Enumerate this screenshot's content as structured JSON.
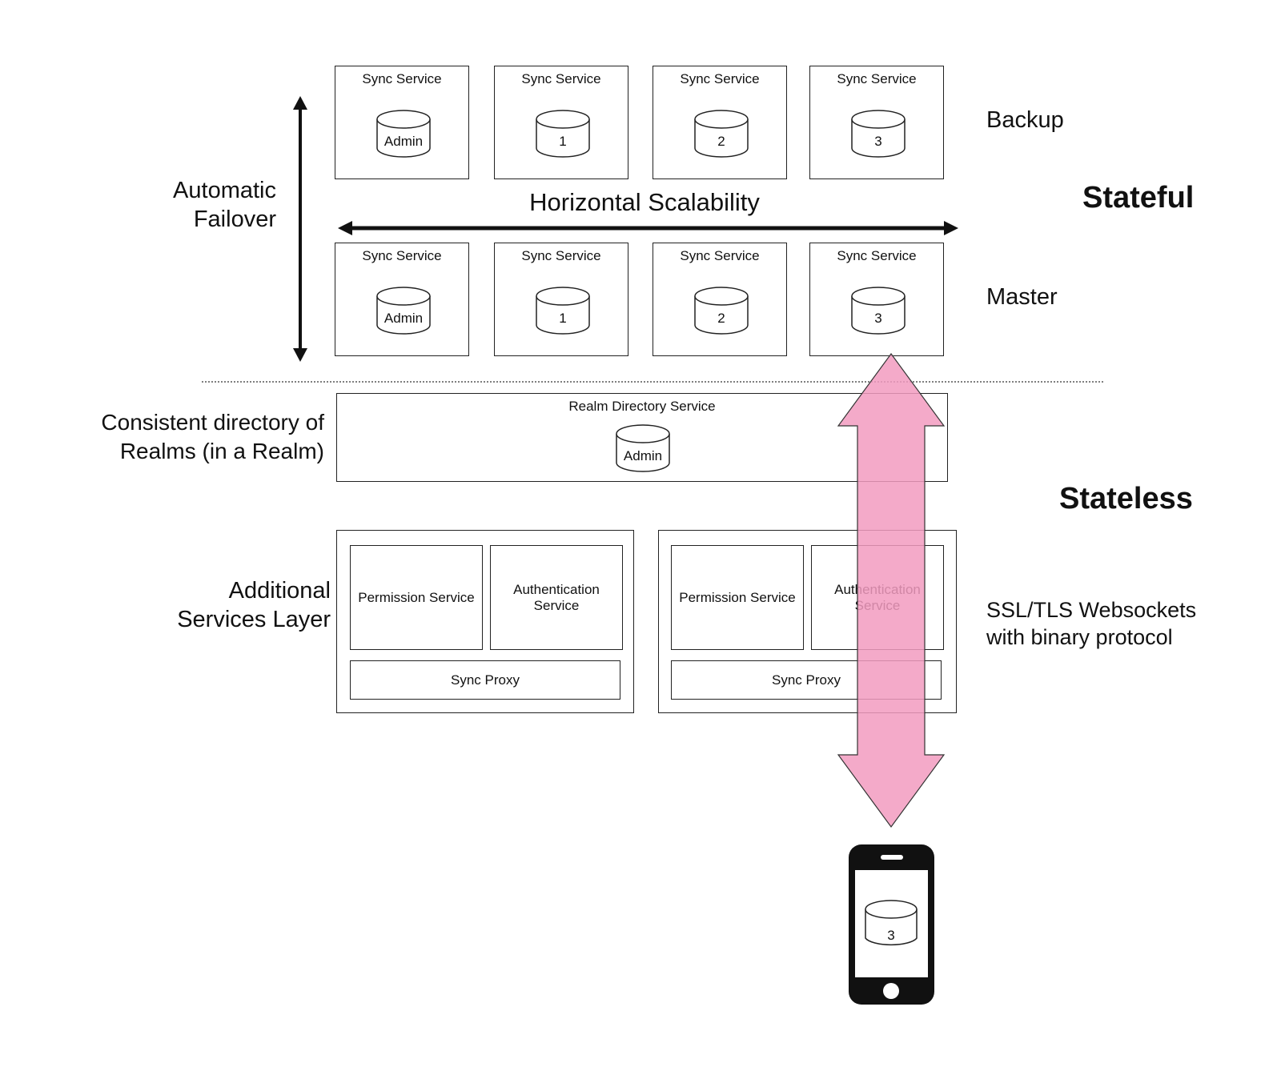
{
  "labels": {
    "automatic_failover_line1": "Automatic",
    "automatic_failover_line2": "Failover",
    "horizontal_scalability": "Horizontal Scalability",
    "backup": "Backup",
    "master": "Master",
    "stateful": "Stateful",
    "stateless": "Stateless",
    "consistent_directory_line1": "Consistent directory of",
    "consistent_directory_line2": "Realms (in a Realm)",
    "additional_services_line1": "Additional",
    "additional_services_line2": "Services Layer",
    "ssl_line1": "SSL/TLS Websockets",
    "ssl_line2": "with binary protocol"
  },
  "backup_row": [
    {
      "title": "Sync Service",
      "db": "Admin"
    },
    {
      "title": "Sync Service",
      "db": "1"
    },
    {
      "title": "Sync Service",
      "db": "2"
    },
    {
      "title": "Sync Service",
      "db": "3"
    }
  ],
  "master_row": [
    {
      "title": "Sync Service",
      "db": "Admin"
    },
    {
      "title": "Sync Service",
      "db": "1"
    },
    {
      "title": "Sync Service",
      "db": "2"
    },
    {
      "title": "Sync Service",
      "db": "3"
    }
  ],
  "realm_directory": {
    "title": "Realm Directory Service",
    "db": "Admin"
  },
  "service_groups": [
    {
      "permission": "Permission Service",
      "auth_line1": "Authentication",
      "auth_line2": "Service",
      "proxy": "Sync Proxy"
    },
    {
      "permission": "Permission Service",
      "auth_line1": "Authentication",
      "auth_line2": "Service",
      "proxy": "Sync Proxy"
    }
  ],
  "device": {
    "db": "3"
  },
  "colors": {
    "pink_arrow": "#f29bbf",
    "stroke": "#222222"
  }
}
